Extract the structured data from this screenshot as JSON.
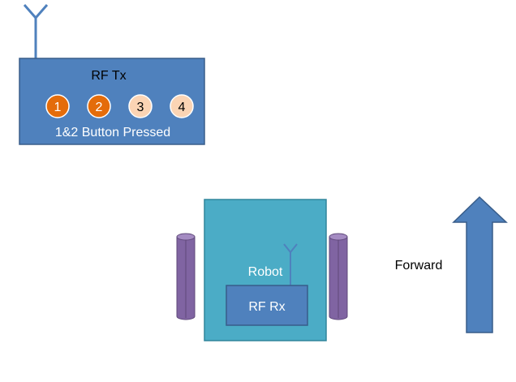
{
  "transmitter": {
    "title": "RF Tx",
    "buttons": [
      {
        "label": "1",
        "state": "pressed"
      },
      {
        "label": "2",
        "state": "pressed"
      },
      {
        "label": "3",
        "state": "released"
      },
      {
        "label": "4",
        "state": "released"
      }
    ],
    "status": "1&2 Button Pressed"
  },
  "robot": {
    "label": "Robot",
    "receiver_label": "RF Rx"
  },
  "direction": {
    "label": "Forward",
    "arrow": "up-arrow-icon"
  },
  "colors": {
    "tx_box": "#4f81bd",
    "tx_border": "#385d8a",
    "pressed_button": "#e46c0a",
    "released_button": "#fbd4b4",
    "robot_body": "#4bacc6",
    "robot_border": "#31859c",
    "wheel": "#8064a2",
    "wheel_border": "#5f497a",
    "rx_box": "#4f81bd",
    "arrow": "#4f81bd",
    "antenna": "#4f81bd"
  }
}
